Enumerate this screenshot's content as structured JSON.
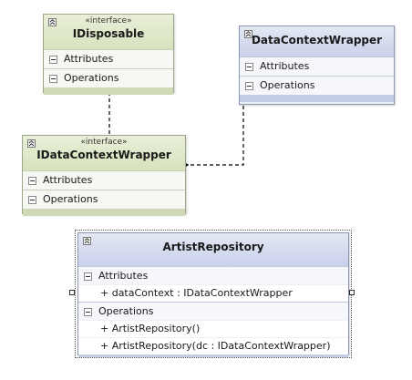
{
  "shapes": {
    "idisposable": {
      "stereotype": "«interface»",
      "name": "IDisposable",
      "attributes_label": "Attributes",
      "operations_label": "Operations"
    },
    "datacontextwrapper": {
      "name": "DataContextWrapper",
      "attributes_label": "Attributes",
      "operations_label": "Operations"
    },
    "idatacontextwrapper": {
      "stereotype": "«interface»",
      "name": "IDataContextWrapper",
      "attributes_label": "Attributes",
      "operations_label": "Operations"
    },
    "artistrepository": {
      "name": "ArtistRepository",
      "attributes_label": "Attributes",
      "attributes": [
        "+ dataContext : IDataContextWrapper"
      ],
      "operations_label": "Operations",
      "operations": [
        "+ ArtistRepository()",
        "+ ArtistRepository(dc : IDataContextWrapper)"
      ]
    }
  },
  "colors": {
    "interface_fill": "#eef1e5",
    "class_fill": "#eceef5",
    "connector": "#000000"
  }
}
